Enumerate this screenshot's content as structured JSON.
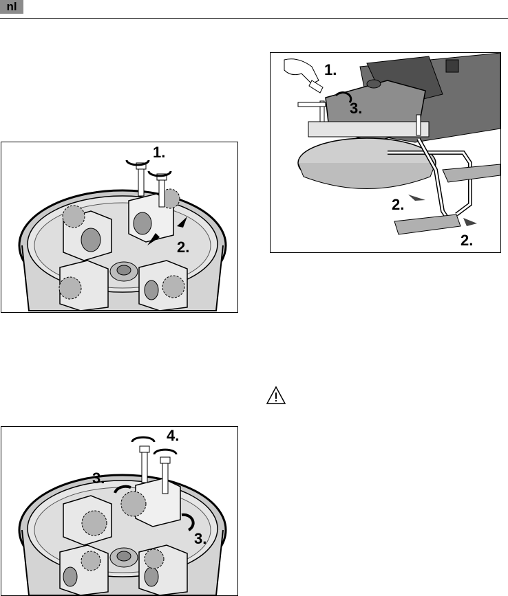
{
  "header": {
    "language_tag": "nl"
  },
  "figure_a": {
    "labels": [
      "1.",
      "2."
    ]
  },
  "figure_b": {
    "labels": [
      "1.",
      "3.",
      "2.",
      "2."
    ]
  },
  "figure_c": {
    "labels": [
      "4.",
      "3.",
      "3."
    ]
  },
  "icons": {
    "warning": "warning-triangle-icon"
  }
}
